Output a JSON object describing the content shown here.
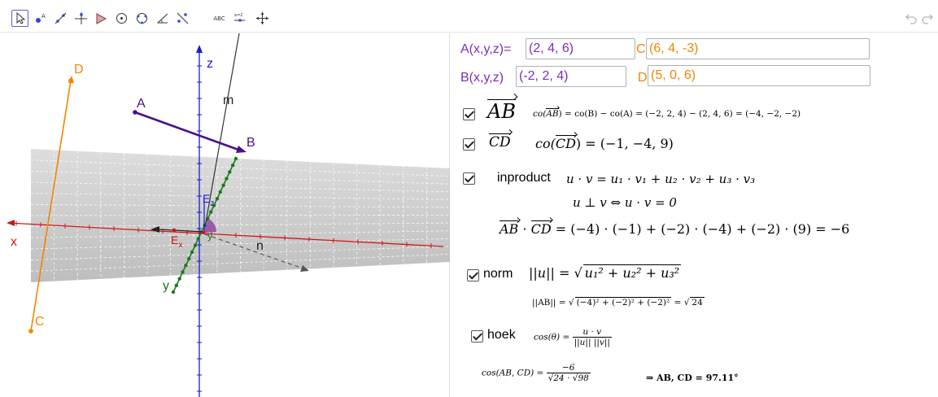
{
  "toolbar": {
    "tools": [
      "move-tool",
      "point-tool",
      "line-tool",
      "perpendicular-tool",
      "polygon-tool",
      "circle-tool",
      "ellipse-tool",
      "angle-tool",
      "reflect-tool",
      "text-tool",
      "slider-tool",
      "move-view-tool"
    ],
    "text_tool_label": "ABC",
    "slider_tool_label": "a=2"
  },
  "graphics": {
    "labels": {
      "z": "z",
      "x": "x",
      "y": "y",
      "A": "A",
      "B": "B",
      "C": "C",
      "D": "D",
      "m": "m",
      "n": "n",
      "Ez": "E",
      "Ez_sub": "z",
      "Ex": "E",
      "Ex_sub": "x",
      "Ey": "y"
    },
    "colors": {
      "z_axis": "#1a1ad4",
      "x_axis": "#d01717",
      "y_axis": "#1b7a1b",
      "AB": "#4b0f8a",
      "CD": "#f28500",
      "plane": "#bdbdbd"
    }
  },
  "algebra": {
    "A_label": "A(x,y,z)=",
    "A_value": "(2, 4, 6)",
    "C_label": "C",
    "C_value": "(6, 4, -3)",
    "B_label": "B(x,y,z)",
    "B_value": "(-2, 2, 4)",
    "D_label": "D",
    "D_value": "(5, 0, 6)",
    "AB_name": "AB",
    "AB_co": "co(AB) = co(B) − co(A) = (−2, 2, 4) − (2, 4, 6) = (−4, −2, −2)",
    "AB_co_lhs": "co(",
    "AB_co_vec": "AB",
    "AB_co_rhs": ") = co(B) − co(A) = (−2, 2, 4) − (2, 4, 6) = (−4, −2, −2)",
    "CD_name": "CD",
    "CD_co_lhs": "co(",
    "CD_co_vec": "CD",
    "CD_co_rhs": ") = (−1, −4, 9)",
    "inproduct_label": "inproduct",
    "inproduct_formula": "u · v = u₁ · v₁ + u₂ · v₂ + u₃ · v₃",
    "perp_formula": "u ⊥ v ⇔ u · v = 0",
    "dot_lhs_a": "AB",
    "dot_dot": " · ",
    "dot_lhs_b": "CD",
    "dot_rhs": " = (−4) · (−1) + (−2) · (−4) + (−2) · (9) = −6",
    "norm_label": "norm",
    "norm_formula_lhs": "||u|| = ",
    "norm_formula_rad": "u₁² + u₂² + u₃²",
    "norm_AB_lhs": "||AB|| = ",
    "norm_AB_rad": "(−4)² + (−2)² + (−2)²",
    "norm_AB_eq": " = ",
    "norm_AB_res": "24",
    "hoek_label": "hoek",
    "hoek_lhs": "cos(θ) = ",
    "hoek_num": "u · v",
    "hoek_den": "||u|| ||v||",
    "cos_lhs": "cos(AB, CD) = ",
    "cos_num": "−6",
    "cos_den": "√24 · √98",
    "result": "⇒ AB, CD = 97.11°"
  }
}
